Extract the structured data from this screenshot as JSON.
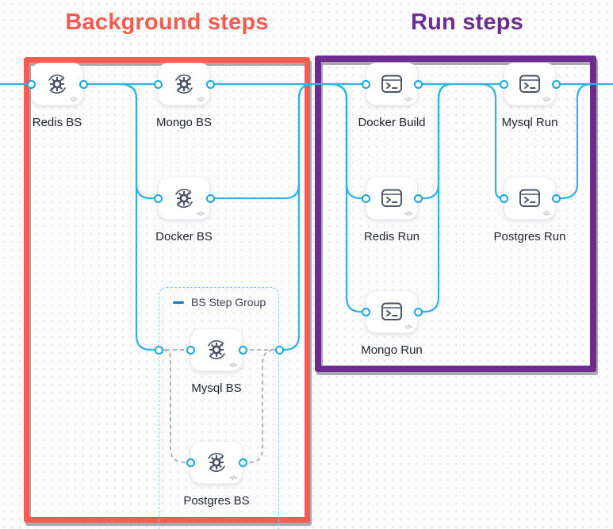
{
  "annotations": {
    "background_title": "Background steps",
    "run_title": "Run steps"
  },
  "group": {
    "label": "BS Step Group"
  },
  "glyphs": {
    "code": "</>"
  },
  "nodes": [
    {
      "id": "redis-bs",
      "label": "Redis BS",
      "icon": "background-step-icon"
    },
    {
      "id": "mongo-bs",
      "label": "Mongo BS",
      "icon": "background-step-icon"
    },
    {
      "id": "docker-bs",
      "label": "Docker BS",
      "icon": "background-step-icon"
    },
    {
      "id": "mysql-bs",
      "label": "Mysql BS",
      "icon": "background-step-icon"
    },
    {
      "id": "postgres-bs",
      "label": "Postgres BS",
      "icon": "background-step-icon"
    },
    {
      "id": "docker-build",
      "label": "Docker Build",
      "icon": "run-step-icon"
    },
    {
      "id": "mysql-run",
      "label": "Mysql Run",
      "icon": "run-step-icon"
    },
    {
      "id": "redis-run",
      "label": "Redis Run",
      "icon": "run-step-icon"
    },
    {
      "id": "postgres-run",
      "label": "Postgres Run",
      "icon": "run-step-icon"
    },
    {
      "id": "mongo-run",
      "label": "Mongo Run",
      "icon": "run-step-icon"
    }
  ],
  "colors": {
    "background_accent": "#f75c4f",
    "run_accent": "#6d2d90",
    "connector_blue": "#2fb3e9",
    "port_blue": "#17a7e0",
    "dashed_gray": "#a3aab8",
    "group_border_blue": "#7fcdf3"
  }
}
